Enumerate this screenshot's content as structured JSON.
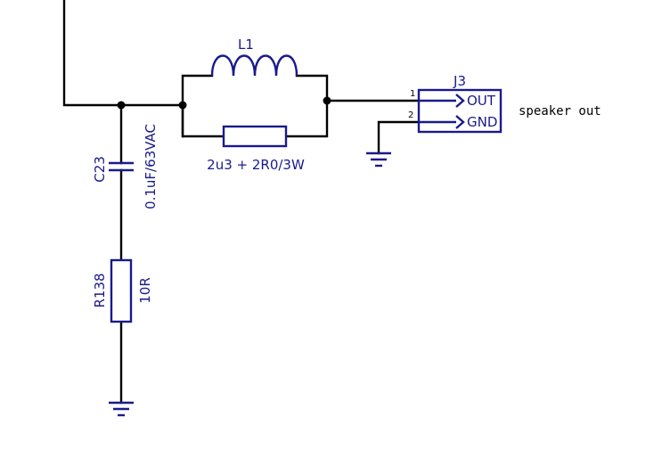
{
  "components": {
    "l1": {
      "ref": "L1"
    },
    "parallel_resistor": {
      "value": "2u3 + 2R0/3W"
    },
    "c23": {
      "ref": "C23",
      "value": "0.1uF/63VAC"
    },
    "r138": {
      "ref": "R138",
      "value": "10R"
    },
    "j3": {
      "ref": "J3",
      "pins": [
        {
          "number": "1",
          "name": "OUT"
        },
        {
          "number": "2",
          "name": "GND"
        }
      ]
    }
  },
  "net_label": "speaker out",
  "colors": {
    "wire": "#000000",
    "component": "#1a1a8c"
  }
}
